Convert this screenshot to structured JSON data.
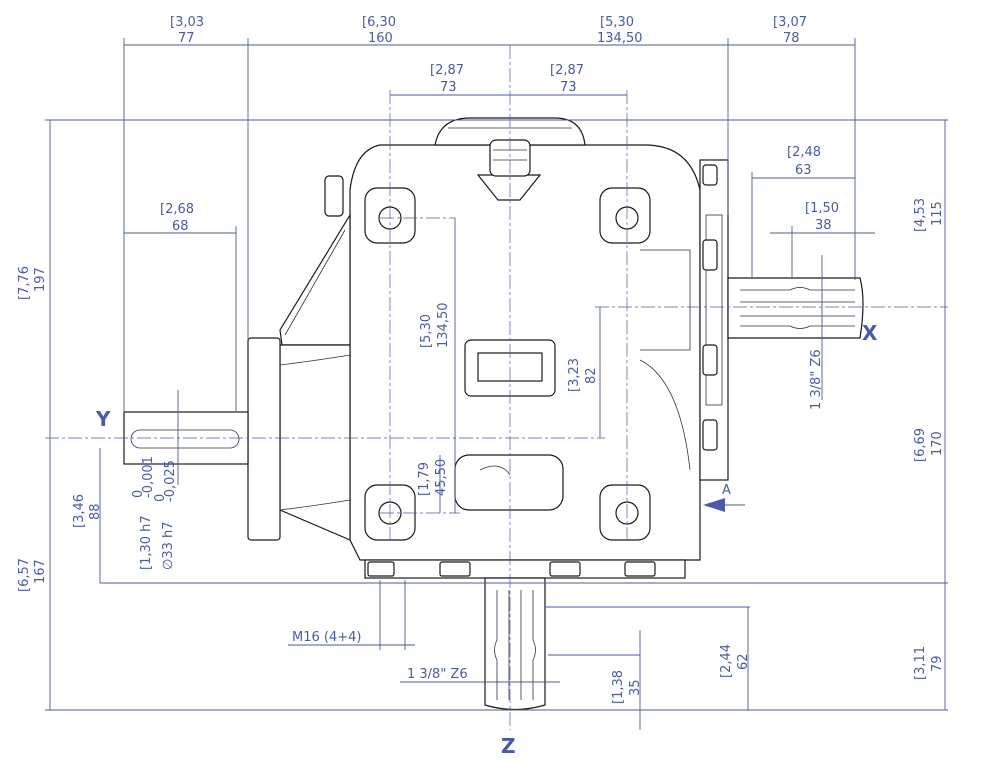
{
  "axes": {
    "x": "X",
    "y": "Y",
    "z": "Z"
  },
  "view_marker": "A",
  "dimensions": {
    "top_77": {
      "inch": "[3,03",
      "mm": "77"
    },
    "top_160": {
      "inch": "[6,30",
      "mm": "160"
    },
    "top_134_50": {
      "inch": "[5,30",
      "mm": "134,50"
    },
    "top_78": {
      "inch": "[3,07",
      "mm": "78"
    },
    "bolt_73_left": {
      "inch": "[2,87",
      "mm": "73"
    },
    "bolt_73_right": {
      "inch": "[2,87",
      "mm": "73"
    },
    "shaft_63": {
      "inch": "[2,48",
      "mm": "63"
    },
    "shaft_38": {
      "inch": "[1,50",
      "mm": "38"
    },
    "y_68": {
      "inch": "[2,68",
      "mm": "68"
    },
    "h_197": {
      "inch": "[7,76",
      "mm": "197"
    },
    "h_167": {
      "inch": "[6,57",
      "mm": "167"
    },
    "h_88": {
      "inch": "[3,46",
      "mm": "88"
    },
    "v_134_50": {
      "inch": "[5,30",
      "mm": "134,50"
    },
    "v_45_50": {
      "inch": "[1,79",
      "mm": "45,50"
    },
    "v_82": {
      "inch": "[3,23",
      "mm": "82"
    },
    "r_115": {
      "inch": "[4,53",
      "mm": "115"
    },
    "r_170": {
      "inch": "[6,69",
      "mm": "170"
    },
    "r_79": {
      "inch": "[3,11",
      "mm": "79"
    },
    "b_62": {
      "inch": "[2,44",
      "mm": "62"
    },
    "b_35": {
      "inch": "[1,38",
      "mm": "35"
    }
  },
  "callouts": {
    "spline_x": "1 3/8\" Z6",
    "spline_z": "1 3/8\" Z6",
    "bolt": "M16 (4+4)",
    "tol_inch": "[1,30 h7",
    "tol_inch_sup": "0",
    "tol_inch_sub": "-0,001",
    "tol_mm": "∅33 h7",
    "tol_mm_sup": "0",
    "tol_mm_sub": "-0,025"
  }
}
